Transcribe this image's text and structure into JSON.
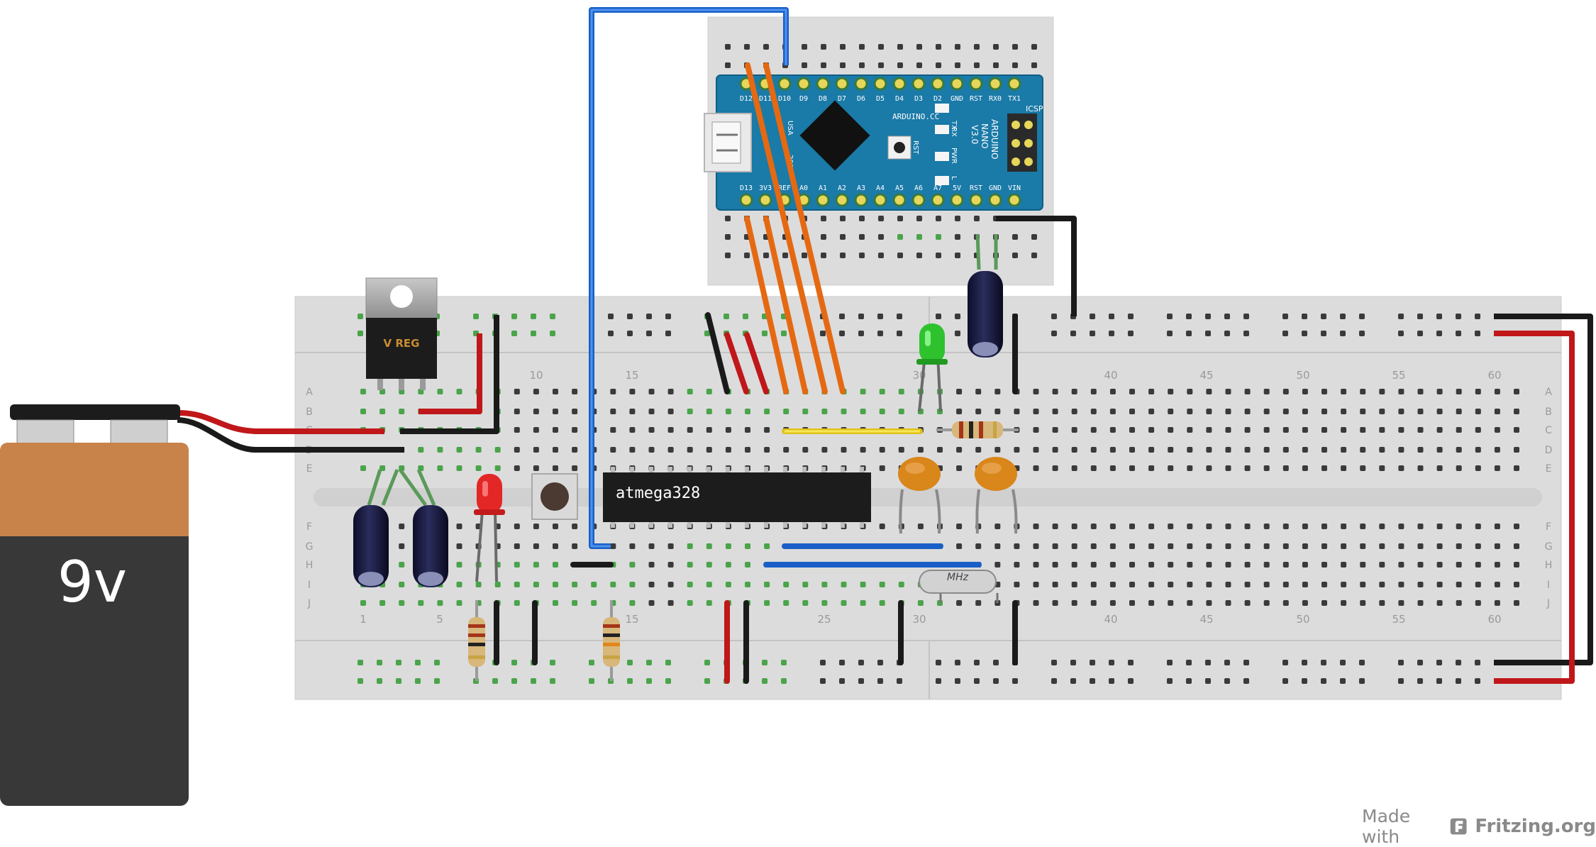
{
  "battery": {
    "label": "9v"
  },
  "regulator": {
    "label": "V REG"
  },
  "chip": {
    "label": "atmega328"
  },
  "crystal": {
    "label": "MHz"
  },
  "breadboard": {
    "row_letters": [
      "A",
      "B",
      "C",
      "D",
      "E",
      "F",
      "G",
      "H",
      "I",
      "J"
    ],
    "top_numbers": [
      "10",
      "15",
      "30",
      "40",
      "45",
      "50",
      "55",
      "60"
    ],
    "bottom_numbers": [
      "1",
      "5",
      "15",
      "25",
      "30",
      "40",
      "45",
      "50",
      "55",
      "60"
    ]
  },
  "nano": {
    "top_pins": [
      "D12",
      "D11",
      "D10",
      "D9",
      "D8",
      "D7",
      "D6",
      "D5",
      "D4",
      "D3",
      "D2",
      "GND",
      "RST",
      "RX0",
      "TX1"
    ],
    "bottom_pins": [
      "D13",
      "3V3",
      "REF",
      "A0",
      "A1",
      "A2",
      "A3",
      "A4",
      "A5",
      "A6",
      "A7",
      "5V",
      "RST",
      "GND",
      "VIN"
    ],
    "led_labels": [
      "TX",
      "RX",
      "PWR",
      "L"
    ],
    "board_text": [
      "ARDUINO",
      "NANO",
      "V3.0"
    ],
    "brand": "ARDUINO.CC",
    "usa": "USA",
    "year": "2008",
    "rst": "RST",
    "icsp": "ICSP"
  },
  "footer": {
    "made_with": "Made with",
    "brand": "Fritzing.org"
  }
}
